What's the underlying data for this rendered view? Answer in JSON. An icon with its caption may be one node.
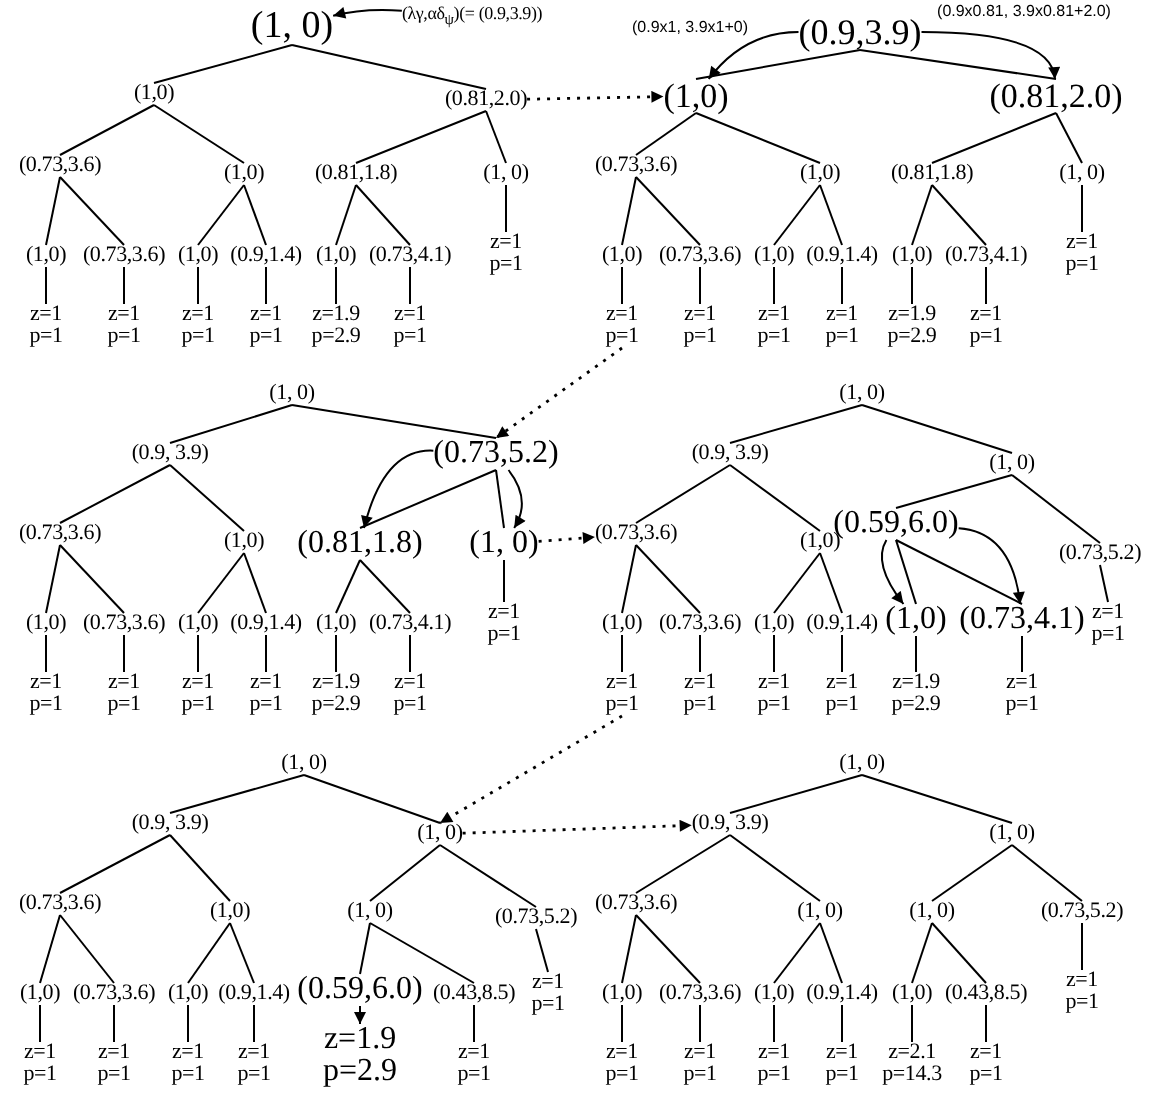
{
  "diagram": {
    "nodes": [
      {
        "text": [
          "(1, 0)"
        ]
      },
      {
        "text": [
          "(1,0)"
        ]
      },
      {
        "text": [
          "(0.81,2.0)"
        ]
      },
      {
        "text": [
          "(0.73,3.6)"
        ]
      },
      {
        "text": [
          "(1,0)"
        ]
      },
      {
        "text": [
          "(0.81,1.8)"
        ]
      },
      {
        "text": [
          "(1, 0)"
        ]
      },
      {
        "text": [
          "(1,0)"
        ]
      },
      {
        "text": [
          "(0.73,3.6)"
        ]
      },
      {
        "text": [
          "(1,0)"
        ]
      },
      {
        "text": [
          "(0.9,1.4)"
        ]
      },
      {
        "text": [
          "(1,0)"
        ]
      },
      {
        "text": [
          "(0.73,4.1)"
        ]
      },
      {
        "text": [
          "z=1 p=1"
        ]
      },
      {
        "text": [
          "z=1 p=1"
        ]
      },
      {
        "text": [
          "z=1 p=1"
        ]
      },
      {
        "text": [
          "z=1 p=1"
        ]
      },
      {
        "text": [
          "z=1.9 p=2.9"
        ]
      },
      {
        "text": [
          "z=1 p=1"
        ]
      },
      {
        "text": [
          "z=1 p=1"
        ]
      },
      {
        "text": [
          "(0.9,3.9)"
        ]
      },
      {
        "text": [
          "(1,0)"
        ]
      },
      {
        "text": [
          "(0.81,2.0)"
        ]
      },
      {
        "text": [
          "(0.73,3.6)"
        ]
      },
      {
        "text": [
          "(1,0)"
        ]
      },
      {
        "text": [
          "(0.81,1.8)"
        ]
      },
      {
        "text": [
          "(1, 0)"
        ]
      },
      {
        "text": [
          "(1,0)"
        ]
      },
      {
        "text": [
          "(0.73,3.6)"
        ]
      },
      {
        "text": [
          "(1,0)"
        ]
      },
      {
        "text": [
          "(0.9,1.4)"
        ]
      },
      {
        "text": [
          "(1,0)"
        ]
      },
      {
        "text": [
          "(0.73,4.1)"
        ]
      },
      {
        "text": [
          "z=1 p=1"
        ]
      },
      {
        "text": [
          "z=1 p=1"
        ]
      },
      {
        "text": [
          "z=1 p=1"
        ]
      },
      {
        "text": [
          "z=1 p=1"
        ]
      },
      {
        "text": [
          "z=1.9 p=2.9"
        ]
      },
      {
        "text": [
          "z=1 p=1"
        ]
      },
      {
        "text": [
          "z=1 p=1"
        ]
      },
      {
        "text": [
          "(1, 0)"
        ]
      },
      {
        "text": [
          "(0.9, 3.9)"
        ]
      },
      {
        "text": [
          "(0.73,5.2)"
        ]
      },
      {
        "text": [
          "(0.73,3.6)"
        ]
      },
      {
        "text": [
          "(1,0)"
        ]
      },
      {
        "text": [
          "(0.81,1.8)"
        ]
      },
      {
        "text": [
          "(1, 0)"
        ]
      },
      {
        "text": [
          "(1,0)"
        ]
      },
      {
        "text": [
          "(0.73,3.6)"
        ]
      },
      {
        "text": [
          "(1,0)"
        ]
      },
      {
        "text": [
          "(0.9,1.4)"
        ]
      },
      {
        "text": [
          "(1,0)"
        ]
      },
      {
        "text": [
          "(0.73,4.1)"
        ]
      },
      {
        "text": [
          "z=1 p=1"
        ]
      },
      {
        "text": [
          "z=1 p=1"
        ]
      },
      {
        "text": [
          "z=1 p=1"
        ]
      },
      {
        "text": [
          "z=1 p=1"
        ]
      },
      {
        "text": [
          "z=1.9 p=2.9"
        ]
      },
      {
        "text": [
          "z=1 p=1"
        ]
      },
      {
        "text": [
          "z=1 p=1"
        ]
      },
      {
        "text": [
          "(1, 0)"
        ]
      },
      {
        "text": [
          "(0.9, 3.9)"
        ]
      },
      {
        "text": [
          "(1, 0)"
        ]
      },
      {
        "text": [
          "(0.73,3.6)"
        ]
      },
      {
        "text": [
          "(1,0)"
        ]
      },
      {
        "text": [
          "(0.59,6.0)"
        ]
      },
      {
        "text": [
          "(0.73,5.2)"
        ]
      },
      {
        "text": [
          "(1,0)"
        ]
      },
      {
        "text": [
          "(0.73,3.6)"
        ]
      },
      {
        "text": [
          "(1,0)"
        ]
      },
      {
        "text": [
          "(0.9,1.4)"
        ]
      },
      {
        "text": [
          "(1,0)"
        ]
      },
      {
        "text": [
          "(0.73,4.1)"
        ]
      },
      {
        "text": [
          "z=1 p=1"
        ]
      },
      {
        "text": [
          "z=1 p=1"
        ]
      },
      {
        "text": [
          "z=1 p=1"
        ]
      },
      {
        "text": [
          "z=1 p=1"
        ]
      },
      {
        "text": [
          "z=1.9 p=2.9"
        ]
      },
      {
        "text": [
          "z=1 p=1"
        ]
      },
      {
        "text": [
          "z=1 p=1"
        ]
      },
      {
        "text": [
          "(1, 0)"
        ]
      },
      {
        "text": [
          "(0.9, 3.9)"
        ]
      },
      {
        "text": [
          "(1, 0)"
        ]
      },
      {
        "text": [
          "(0.73,3.6)"
        ]
      },
      {
        "text": [
          "(1,0)"
        ]
      },
      {
        "text": [
          "(1, 0)"
        ]
      },
      {
        "text": [
          "(0.73,5.2)"
        ]
      },
      {
        "text": [
          "(1,0)"
        ]
      },
      {
        "text": [
          "(0.73,3.6)"
        ]
      },
      {
        "text": [
          "(1,0)"
        ]
      },
      {
        "text": [
          "(0.9,1.4)"
        ]
      },
      {
        "text": [
          "(0.59,6.0)"
        ]
      },
      {
        "text": [
          "(0.43,8.5)"
        ]
      },
      {
        "text": [
          "z=1 p=1"
        ]
      },
      {
        "text": [
          "z=1 p=1"
        ]
      },
      {
        "text": [
          "z=1 p=1"
        ]
      },
      {
        "text": [
          "z=1 p=1"
        ]
      },
      {
        "text": [
          "z=1.9 p=2.9"
        ]
      },
      {
        "text": [
          "z=1 p=1"
        ]
      },
      {
        "text": [
          "z=1 p=1"
        ]
      },
      {
        "text": [
          "(1, 0)"
        ]
      },
      {
        "text": [
          "(0.9, 3.9)"
        ]
      },
      {
        "text": [
          "(1, 0)"
        ]
      },
      {
        "text": [
          "(0.73,3.6)"
        ]
      },
      {
        "text": [
          "(1, 0)"
        ]
      },
      {
        "text": [
          "(1, 0)"
        ]
      },
      {
        "text": [
          "(0.73,5.2)"
        ]
      },
      {
        "text": [
          "(1,0)"
        ]
      },
      {
        "text": [
          "(0.73,3.6)"
        ]
      },
      {
        "text": [
          "(1,0)"
        ]
      },
      {
        "text": [
          "(0.9,1.4)"
        ]
      },
      {
        "text": [
          "(1,0)"
        ]
      },
      {
        "text": [
          "(0.43,8.5)"
        ]
      },
      {
        "text": [
          "z=1 p=1"
        ]
      },
      {
        "text": [
          "z=1 p=1"
        ]
      },
      {
        "text": [
          "z=1 p=1"
        ]
      },
      {
        "text": [
          "z=1 p=1"
        ]
      },
      {
        "text": [
          "z=2.1 p=14.3"
        ]
      },
      {
        "text": [
          "z=1 p=1"
        ]
      },
      {
        "text": [
          "z=1 p=1"
        ]
      },
      {
        "text": [
          "(λγ,αδ$_{ψ}$)(= (0.9,3.9))"
        ]
      }
    ],
    "edges": [
      {
        "from": 0,
        "to": 1,
        "arrow": "none"
      },
      {
        "from": 0,
        "to": 2,
        "arrow": "none"
      },
      {
        "from": 1,
        "to": 3,
        "arrow": "none"
      },
      {
        "from": 1,
        "to": 4,
        "arrow": "none"
      },
      {
        "from": 2,
        "to": 5,
        "arrow": "none"
      },
      {
        "from": 2,
        "to": 6,
        "arrow": "none"
      },
      {
        "from": 3,
        "to": 7,
        "arrow": "none"
      },
      {
        "from": 3,
        "to": 8,
        "arrow": "none"
      },
      {
        "from": 4,
        "to": 9,
        "arrow": "none"
      },
      {
        "from": 4,
        "to": 10,
        "arrow": "none"
      },
      {
        "from": 5,
        "to": 11,
        "arrow": "none"
      },
      {
        "from": 5,
        "to": 12,
        "arrow": "none"
      },
      {
        "from": 7,
        "to": 13,
        "arrow": "none"
      },
      {
        "from": 8,
        "to": 14,
        "arrow": "none"
      },
      {
        "from": 9,
        "to": 15,
        "arrow": "none"
      },
      {
        "from": 10,
        "to": 16,
        "arrow": "none"
      },
      {
        "from": 11,
        "to": 17,
        "arrow": "none"
      },
      {
        "from": 12,
        "to": 18,
        "arrow": "none"
      },
      {
        "from": 6,
        "to": 19,
        "arrow": "none"
      },
      {
        "from": 20,
        "to": 21,
        "arrow": "none"
      },
      {
        "from": 20,
        "to": 22,
        "arrow": "none"
      },
      {
        "from": 21,
        "to": 23,
        "arrow": "none"
      },
      {
        "from": 21,
        "to": 24,
        "arrow": "none"
      },
      {
        "from": 22,
        "to": 25,
        "arrow": "none"
      },
      {
        "from": 22,
        "to": 26,
        "arrow": "none"
      },
      {
        "from": 23,
        "to": 27,
        "arrow": "none"
      },
      {
        "from": 23,
        "to": 28,
        "arrow": "none"
      },
      {
        "from": 24,
        "to": 29,
        "arrow": "none"
      },
      {
        "from": 24,
        "to": 30,
        "arrow": "none"
      },
      {
        "from": 25,
        "to": 31,
        "arrow": "none"
      },
      {
        "from": 25,
        "to": 32,
        "arrow": "none"
      },
      {
        "from": 27,
        "to": 33,
        "arrow": "none"
      },
      {
        "from": 28,
        "to": 34,
        "arrow": "none"
      },
      {
        "from": 29,
        "to": 35,
        "arrow": "none"
      },
      {
        "from": 30,
        "to": 36,
        "arrow": "none"
      },
      {
        "from": 31,
        "to": 37,
        "arrow": "none"
      },
      {
        "from": 32,
        "to": 38,
        "arrow": "none"
      },
      {
        "from": 26,
        "to": 39,
        "arrow": "none"
      },
      {
        "from": 40,
        "to": 41,
        "arrow": "none"
      },
      {
        "from": 40,
        "to": 42,
        "arrow": "none"
      },
      {
        "from": 41,
        "to": 43,
        "arrow": "none"
      },
      {
        "from": 41,
        "to": 44,
        "arrow": "none"
      },
      {
        "from": 42,
        "to": 45,
        "arrow": "none"
      },
      {
        "from": 42,
        "to": 46,
        "arrow": "none"
      },
      {
        "from": 43,
        "to": 47,
        "arrow": "none"
      },
      {
        "from": 43,
        "to": 48,
        "arrow": "none"
      },
      {
        "from": 44,
        "to": 49,
        "arrow": "none"
      },
      {
        "from": 44,
        "to": 50,
        "arrow": "none"
      },
      {
        "from": 45,
        "to": 51,
        "arrow": "none"
      },
      {
        "from": 45,
        "to": 52,
        "arrow": "none"
      },
      {
        "from": 47,
        "to": 53,
        "arrow": "none"
      },
      {
        "from": 48,
        "to": 54,
        "arrow": "none"
      },
      {
        "from": 49,
        "to": 55,
        "arrow": "none"
      },
      {
        "from": 50,
        "to": 56,
        "arrow": "none"
      },
      {
        "from": 51,
        "to": 57,
        "arrow": "none"
      },
      {
        "from": 52,
        "to": 58,
        "arrow": "none"
      },
      {
        "from": 46,
        "to": 59,
        "arrow": "none"
      },
      {
        "from": 60,
        "to": 61,
        "arrow": "none"
      },
      {
        "from": 60,
        "to": 62,
        "arrow": "none"
      },
      {
        "from": 61,
        "to": 63,
        "arrow": "none"
      },
      {
        "from": 61,
        "to": 64,
        "arrow": "none"
      },
      {
        "from": 62,
        "to": 65,
        "arrow": "none"
      },
      {
        "from": 62,
        "to": 66,
        "arrow": "none"
      },
      {
        "from": 63,
        "to": 67,
        "arrow": "none"
      },
      {
        "from": 63,
        "to": 68,
        "arrow": "none"
      },
      {
        "from": 64,
        "to": 69,
        "arrow": "none"
      },
      {
        "from": 64,
        "to": 70,
        "arrow": "none"
      },
      {
        "from": 65,
        "to": 71,
        "arrow": "none"
      },
      {
        "from": 65,
        "to": 72,
        "arrow": "none"
      },
      {
        "from": 67,
        "to": 73,
        "arrow": "none"
      },
      {
        "from": 68,
        "to": 74,
        "arrow": "none"
      },
      {
        "from": 69,
        "to": 75,
        "arrow": "none"
      },
      {
        "from": 70,
        "to": 76,
        "arrow": "none"
      },
      {
        "from": 71,
        "to": 77,
        "arrow": "none"
      },
      {
        "from": 72,
        "to": 78,
        "arrow": "none"
      },
      {
        "from": 66,
        "to": 79,
        "arrow": "none"
      },
      {
        "from": 80,
        "to": 81,
        "arrow": "none"
      },
      {
        "from": 80,
        "to": 82,
        "arrow": "none"
      },
      {
        "from": 81,
        "to": 83,
        "arrow": "none"
      },
      {
        "from": 81,
        "to": 84,
        "arrow": "none"
      },
      {
        "from": 82,
        "to": 85,
        "arrow": "none"
      },
      {
        "from": 82,
        "to": 86,
        "arrow": "none"
      },
      {
        "from": 83,
        "to": 87,
        "arrow": "none"
      },
      {
        "from": 83,
        "to": 88,
        "arrow": "none"
      },
      {
        "from": 84,
        "to": 89,
        "arrow": "none"
      },
      {
        "from": 84,
        "to": 90,
        "arrow": "none"
      },
      {
        "from": 85,
        "to": 91,
        "arrow": "none"
      },
      {
        "from": 85,
        "to": 92,
        "arrow": "none"
      },
      {
        "from": 87,
        "to": 93,
        "arrow": "none"
      },
      {
        "from": 88,
        "to": 94,
        "arrow": "none"
      },
      {
        "from": 89,
        "to": 95,
        "arrow": "none"
      },
      {
        "from": 90,
        "to": 96,
        "arrow": "none"
      },
      {
        "from": 91,
        "to": 97,
        "arrow": "to"
      },
      {
        "from": 92,
        "to": 98,
        "arrow": "none"
      },
      {
        "from": 86,
        "to": 99,
        "arrow": "none"
      },
      {
        "from": 100,
        "to": 101,
        "arrow": "none"
      },
      {
        "from": 100,
        "to": 102,
        "arrow": "none"
      },
      {
        "from": 101,
        "to": 103,
        "arrow": "none"
      },
      {
        "from": 101,
        "to": 104,
        "arrow": "none"
      },
      {
        "from": 102,
        "to": 105,
        "arrow": "none"
      },
      {
        "from": 102,
        "to": 106,
        "arrow": "none"
      },
      {
        "from": 103,
        "to": 107,
        "arrow": "none"
      },
      {
        "from": 103,
        "to": 108,
        "arrow": "none"
      },
      {
        "from": 104,
        "to": 109,
        "arrow": "none"
      },
      {
        "from": 104,
        "to": 110,
        "arrow": "none"
      },
      {
        "from": 105,
        "to": 111,
        "arrow": "none"
      },
      {
        "from": 105,
        "to": 112,
        "arrow": "none"
      },
      {
        "from": 107,
        "to": 113,
        "arrow": "none"
      },
      {
        "from": 108,
        "to": 114,
        "arrow": "none"
      },
      {
        "from": 109,
        "to": 115,
        "arrow": "none"
      },
      {
        "from": 110,
        "to": 116,
        "arrow": "none"
      },
      {
        "from": 111,
        "to": 117,
        "arrow": "none"
      },
      {
        "from": 112,
        "to": 118,
        "arrow": "none"
      },
      {
        "from": 106,
        "to": 119,
        "arrow": "none"
      },
      {
        "from": 120,
        "to": 0,
        "arrow": "to"
      },
      {
        "from": 20,
        "to": 21,
        "arrow": "to",
        "label": "(0.9x1, 3.9x1+0)"
      },
      {
        "from": 20,
        "to": 22,
        "arrow": "to",
        "label": "(0.9x0.81, 3.9x0.81+2.0)"
      },
      {
        "from": 42,
        "to": 45,
        "arrow": "to"
      },
      {
        "from": 42,
        "to": 46,
        "arrow": "to"
      },
      {
        "from": 65,
        "to": 71,
        "arrow": "to"
      },
      {
        "from": 65,
        "to": 72,
        "arrow": "to"
      },
      {
        "from": 2,
        "to": 21,
        "arrow": "to",
        "style": "dashed"
      },
      {
        "from": 33,
        "to": 42,
        "arrow": "to",
        "style": "dashed"
      },
      {
        "from": 46,
        "to": 63,
        "arrow": "to",
        "style": "dashed"
      },
      {
        "from": 73,
        "to": 82,
        "arrow": "to",
        "style": "dashed"
      },
      {
        "from": 82,
        "to": 101,
        "arrow": "to",
        "style": "dashed"
      }
    ]
  }
}
